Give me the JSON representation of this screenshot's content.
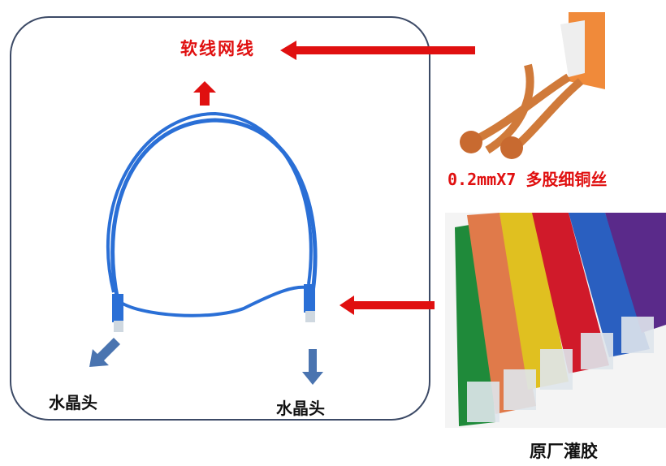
{
  "labels": {
    "soft_cable": "软线网线",
    "copper": "0.2mmX7 多股细铜丝",
    "crystal_head_left": "水晶头",
    "crystal_head_right": "水晶头",
    "molded": "原厂灌胶"
  },
  "colors": {
    "arrow_red": "#e01010",
    "arrow_blue": "#4a74b0",
    "cable_blue": "#2a6fd6",
    "frame": "#3c4a66"
  }
}
